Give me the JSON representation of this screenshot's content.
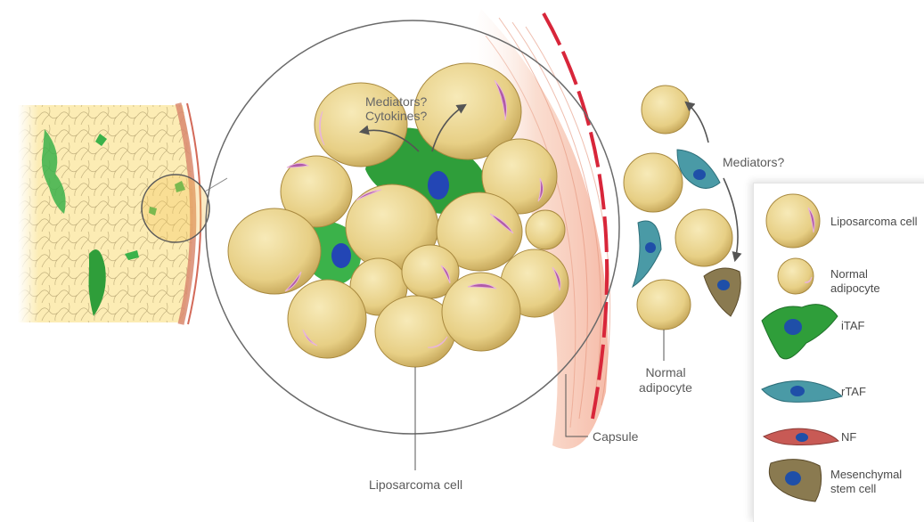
{
  "labels": {
    "mediators_center": "Mediators?",
    "cytokines_center": "Cytokines?",
    "mediators_right": "Mediators?",
    "normal_adipocyte_line1": "Normal",
    "normal_adipocyte_line2": "adipocyte",
    "capsule": "Capsule",
    "liposarcoma_cell": "Liposarcoma cell"
  },
  "legend": {
    "items": [
      {
        "icon": "liposarcoma-cell-icon",
        "line1": "Liposarcoma cell",
        "line2": ""
      },
      {
        "icon": "normal-adipocyte-icon",
        "line1": "Normal",
        "line2": "adipocyte"
      },
      {
        "icon": "itaf-icon",
        "line1": "iTAF",
        "line2": ""
      },
      {
        "icon": "rtaf-icon",
        "line1": "rTAF",
        "line2": ""
      },
      {
        "icon": "nf-icon",
        "line1": "NF",
        "line2": ""
      },
      {
        "icon": "mesenchymal-stem-cell-icon",
        "line1": "Mesenchymal",
        "line2": "stem cell"
      }
    ]
  },
  "colors": {
    "cell_fill": "#e9d48f",
    "cell_shade": "#c9ad5a",
    "nucleus": "#b05aa8",
    "itaf_green": "#2f9e3a",
    "rtaf_teal": "#4a9aa6",
    "nf_red": "#c85a55",
    "stem_brown": "#8a7a50",
    "capsule_red": "#d8263a",
    "tissue_yellow": "#fbe9a6"
  }
}
